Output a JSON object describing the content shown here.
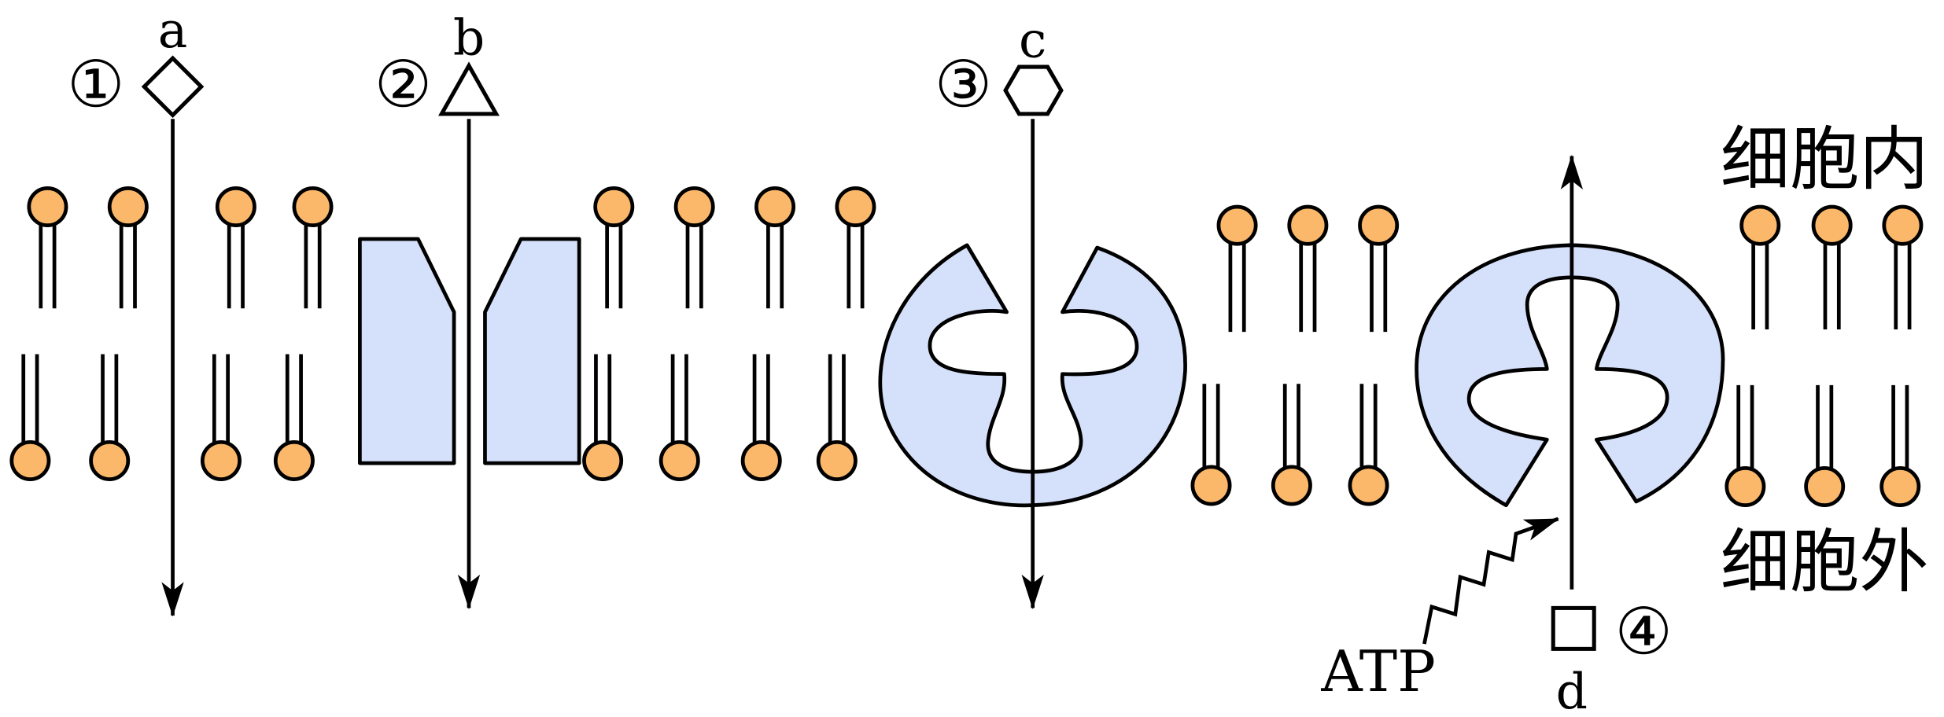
{
  "pathways": [
    {
      "number": "①",
      "substance": "a"
    },
    {
      "number": "②",
      "substance": "b"
    },
    {
      "number": "③",
      "substance": "c"
    },
    {
      "number": "④",
      "substance": "d"
    }
  ],
  "regions": {
    "inside": "细胞内",
    "outside": "细胞外"
  },
  "energy": "ATP",
  "colors": {
    "lipid_head": "#fbb86a",
    "protein_fill": "#d5e0fa",
    "stroke": "#000000"
  }
}
